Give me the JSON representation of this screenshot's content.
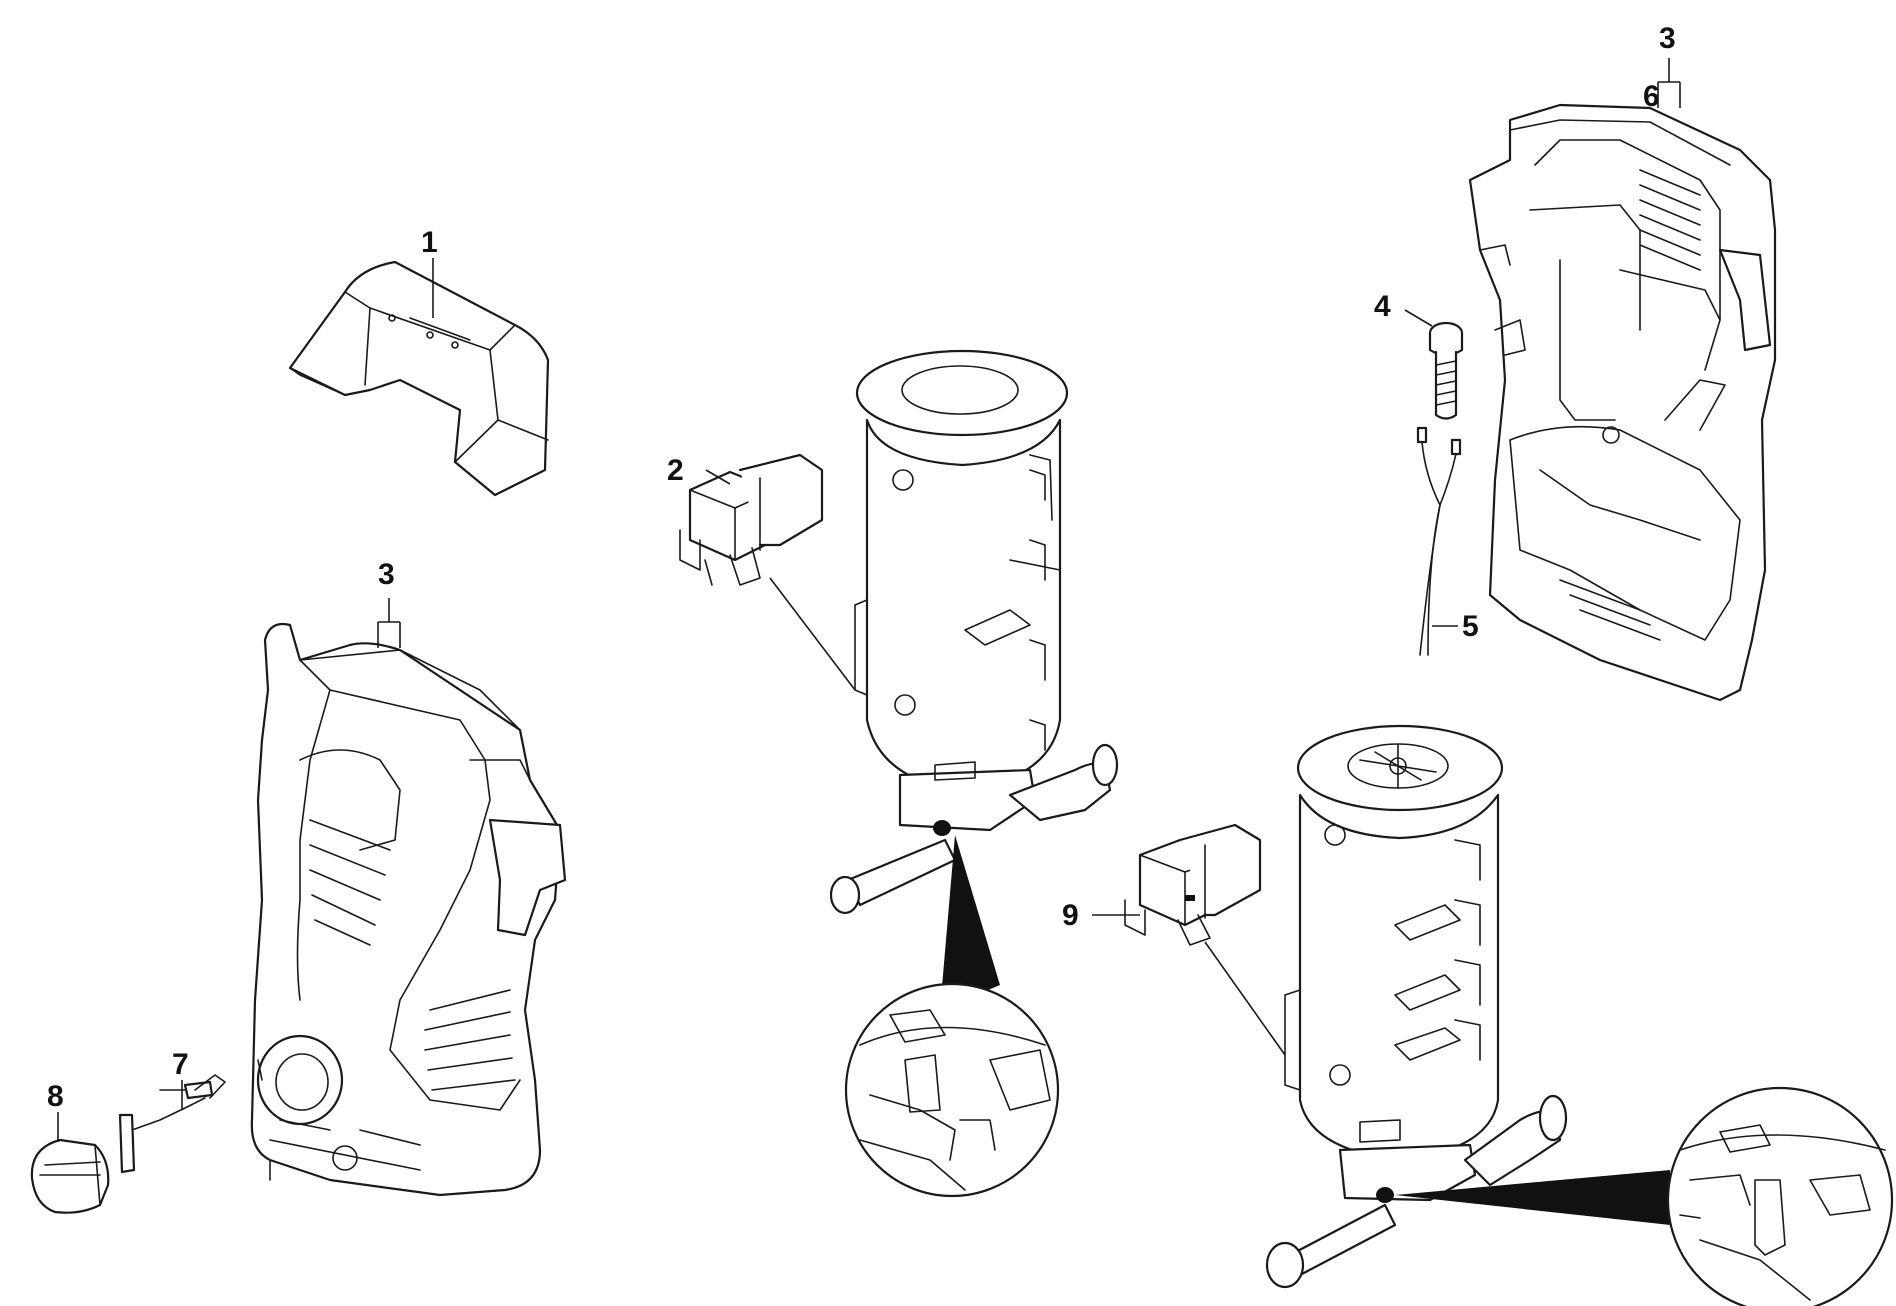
{
  "callouts": {
    "handle": "1",
    "switch_left": "2",
    "housing_front": "3",
    "housing_rear": "3",
    "cable_gland": "4",
    "cable": "5",
    "screw": "6",
    "spring_clip": "7",
    "knob": "8",
    "switch_right": "9"
  },
  "colors": {
    "line": "#1a1a1a",
    "background": "#ffffff",
    "shade": "#e8e8e8"
  }
}
